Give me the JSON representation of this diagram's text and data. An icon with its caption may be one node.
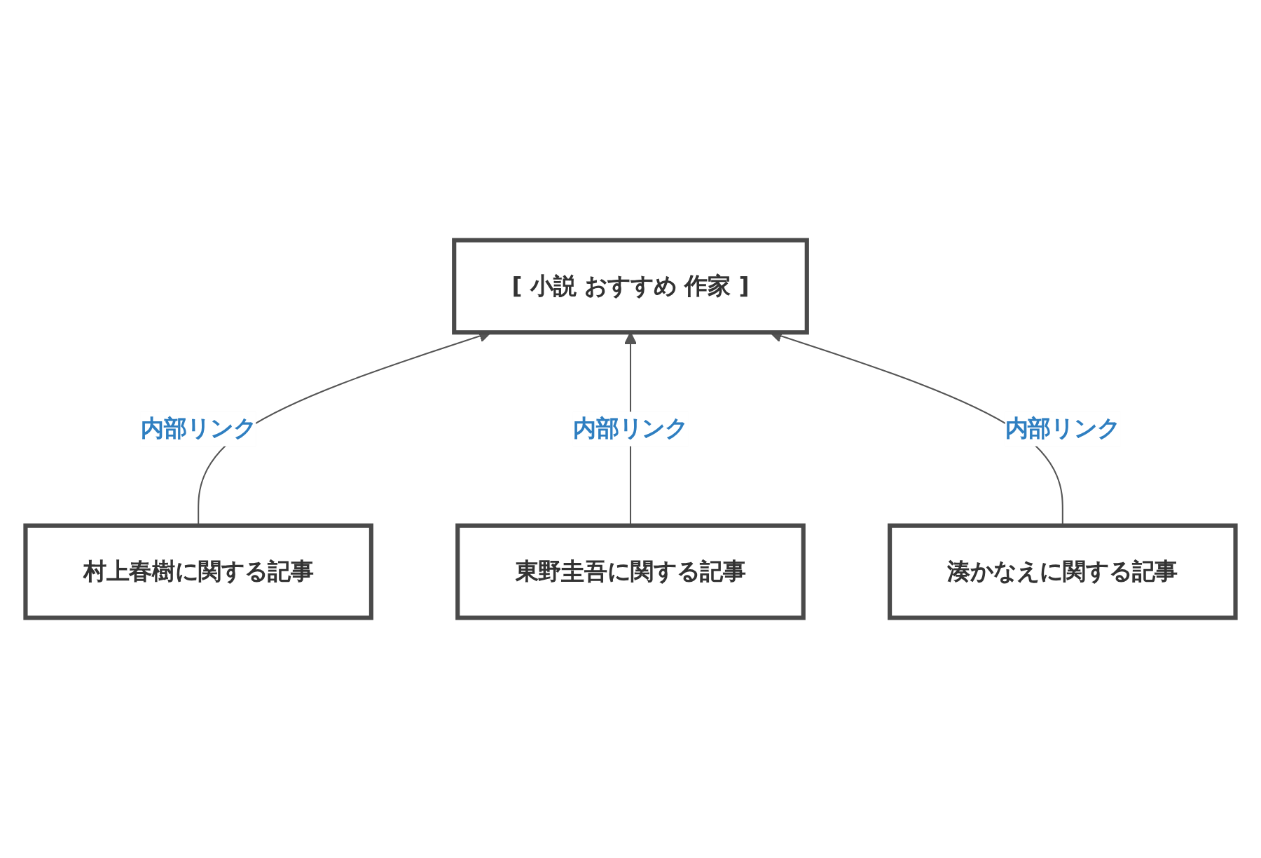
{
  "diagram": {
    "nodes": [
      {
        "text": [
          "[ 小説 おすすめ 作家 ]"
        ]
      },
      {
        "text": [
          "村上春樹に関する記事"
        ]
      },
      {
        "text": [
          "東野圭吾に関する記事"
        ]
      },
      {
        "text": [
          "湊かなえに関する記事"
        ]
      }
    ],
    "edges": [
      {
        "from": 1,
        "to": 0,
        "arrow": "to",
        "label": "内部リンク"
      },
      {
        "from": 2,
        "to": 0,
        "arrow": "to",
        "label": "内部リンク"
      },
      {
        "from": 3,
        "to": 0,
        "arrow": "to",
        "label": "内部リンク"
      }
    ]
  }
}
